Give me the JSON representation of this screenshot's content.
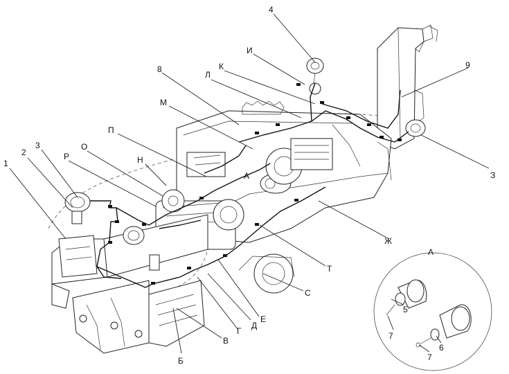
{
  "callouts": {
    "n1": "1",
    "n2": "2",
    "n3": "3",
    "n4": "4",
    "n5": "5",
    "n6": "6",
    "n7a": "7",
    "n7b": "7",
    "n8": "8",
    "n9": "9",
    "n3r": "З",
    "I": "И",
    "K": "К",
    "L": "Л",
    "M": "М",
    "P": "П",
    "O": "О",
    "R": "Р",
    "N": "Н",
    "A": "А",
    "Zh": "Ж",
    "T": "Т",
    "S": "С",
    "E": "Е",
    "D": "Д",
    "G": "Г",
    "V": "В",
    "B": "Б"
  },
  "detail_view": {
    "label": "А"
  },
  "colors": {
    "line": "#222222",
    "background": "#ffffff"
  }
}
